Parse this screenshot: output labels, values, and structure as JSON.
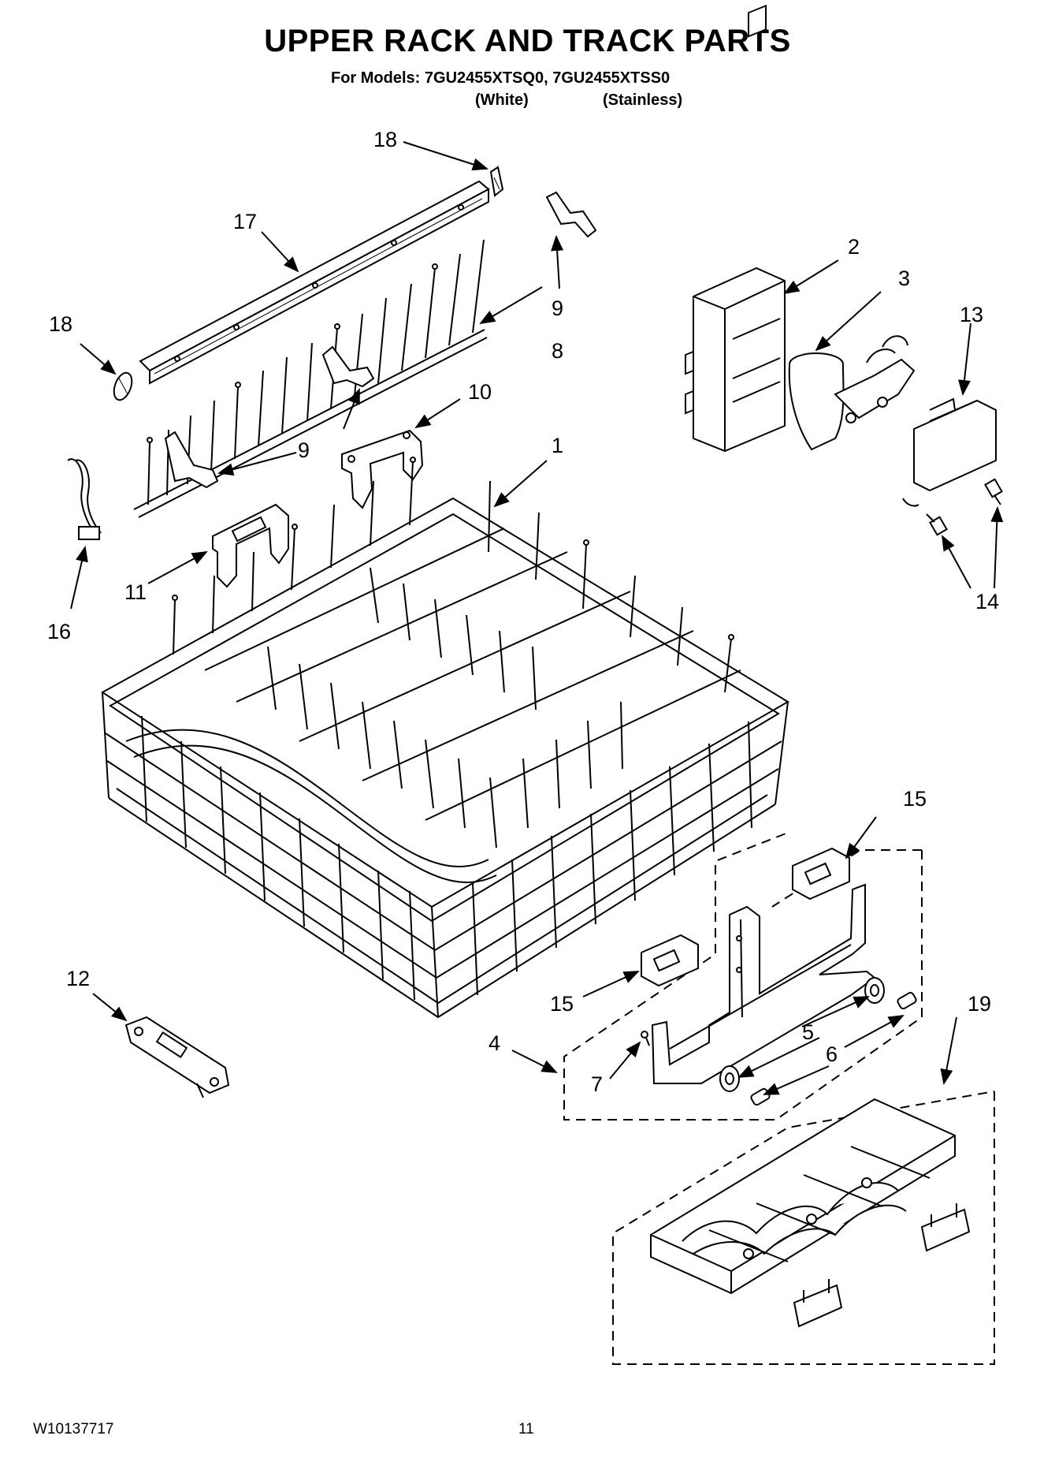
{
  "header": {
    "title": "UPPER RACK AND TRACK PARTS",
    "models_line": "For Models: 7GU2455XTSQ0, 7GU2455XTSS0",
    "variant_white": "(White)",
    "variant_stainless": "(Stainless)"
  },
  "callouts": [
    "1",
    "2",
    "3",
    "4",
    "5",
    "6",
    "7",
    "8",
    "9",
    "9",
    "10",
    "11",
    "12",
    "13",
    "14",
    "15",
    "15",
    "16",
    "17",
    "18",
    "18",
    "19"
  ],
  "footer": {
    "doc_number": "W10137717",
    "page_number": "11"
  }
}
